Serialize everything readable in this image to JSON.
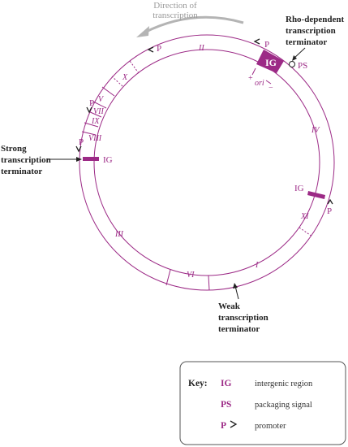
{
  "direction_label": [
    "Direction of",
    "transcription"
  ],
  "rho_label": [
    "Rho-dependent",
    "transcription",
    "terminator"
  ],
  "strong_label": [
    "Strong",
    "transcription",
    "terminator"
  ],
  "weak_label": [
    "Weak",
    "transcription",
    "terminator"
  ],
  "genes": {
    "II": "II",
    "X": "X",
    "V": "V",
    "VII": "VII",
    "IX": "IX",
    "VIII": "VIII",
    "III": "III",
    "VI": "VI",
    "I": "I",
    "XI": "XI",
    "IV": "IV"
  },
  "markers": {
    "ig": "IG",
    "ps": "PS",
    "p": "P",
    "plus": "+",
    "minus": "−",
    "ori": "ori"
  },
  "key": {
    "title": "Key:",
    "rows": [
      {
        "symbol": "IG",
        "text": "intergenic region"
      },
      {
        "symbol": "PS",
        "text": "packaging signal"
      },
      {
        "symbol": "P",
        "text": "promoter"
      }
    ]
  },
  "colors": {
    "magenta": "#9c2a86",
    "arrow_gray": "#b4b4b4",
    "text": "#222222"
  }
}
